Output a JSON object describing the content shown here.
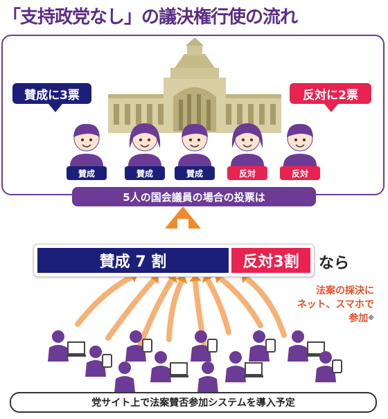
{
  "title": "「支持政党なし」の議決権行使の流れ",
  "bubbles": {
    "yes": "賛成に3票",
    "no": "反対に2票"
  },
  "members": [
    {
      "vote": "賛成",
      "kind": "yes"
    },
    {
      "vote": "賛成",
      "kind": "yes"
    },
    {
      "vote": "賛成",
      "kind": "yes"
    },
    {
      "vote": "反対",
      "kind": "no"
    },
    {
      "vote": "反対",
      "kind": "no"
    }
  ],
  "vote_caption": "5人の国会議員の場合の投票は",
  "ratio": {
    "yes_label": "賛成 7 割",
    "no_label": "反対3割",
    "suffix": "なら",
    "yes_share": 0.7,
    "no_share": 0.3
  },
  "net_note": {
    "line1": "法案の採決に",
    "line2": "ネット、スマホで",
    "line3": "参加",
    "mark": "※"
  },
  "bottom_caption": "党サイト上で法案賛否参加システムを導入予定",
  "colors": {
    "purple": "#6b3b96",
    "navy": "#1c1f7a",
    "red": "#e8234f",
    "orange": "#f08a2c",
    "building": "#d8cfa4"
  }
}
